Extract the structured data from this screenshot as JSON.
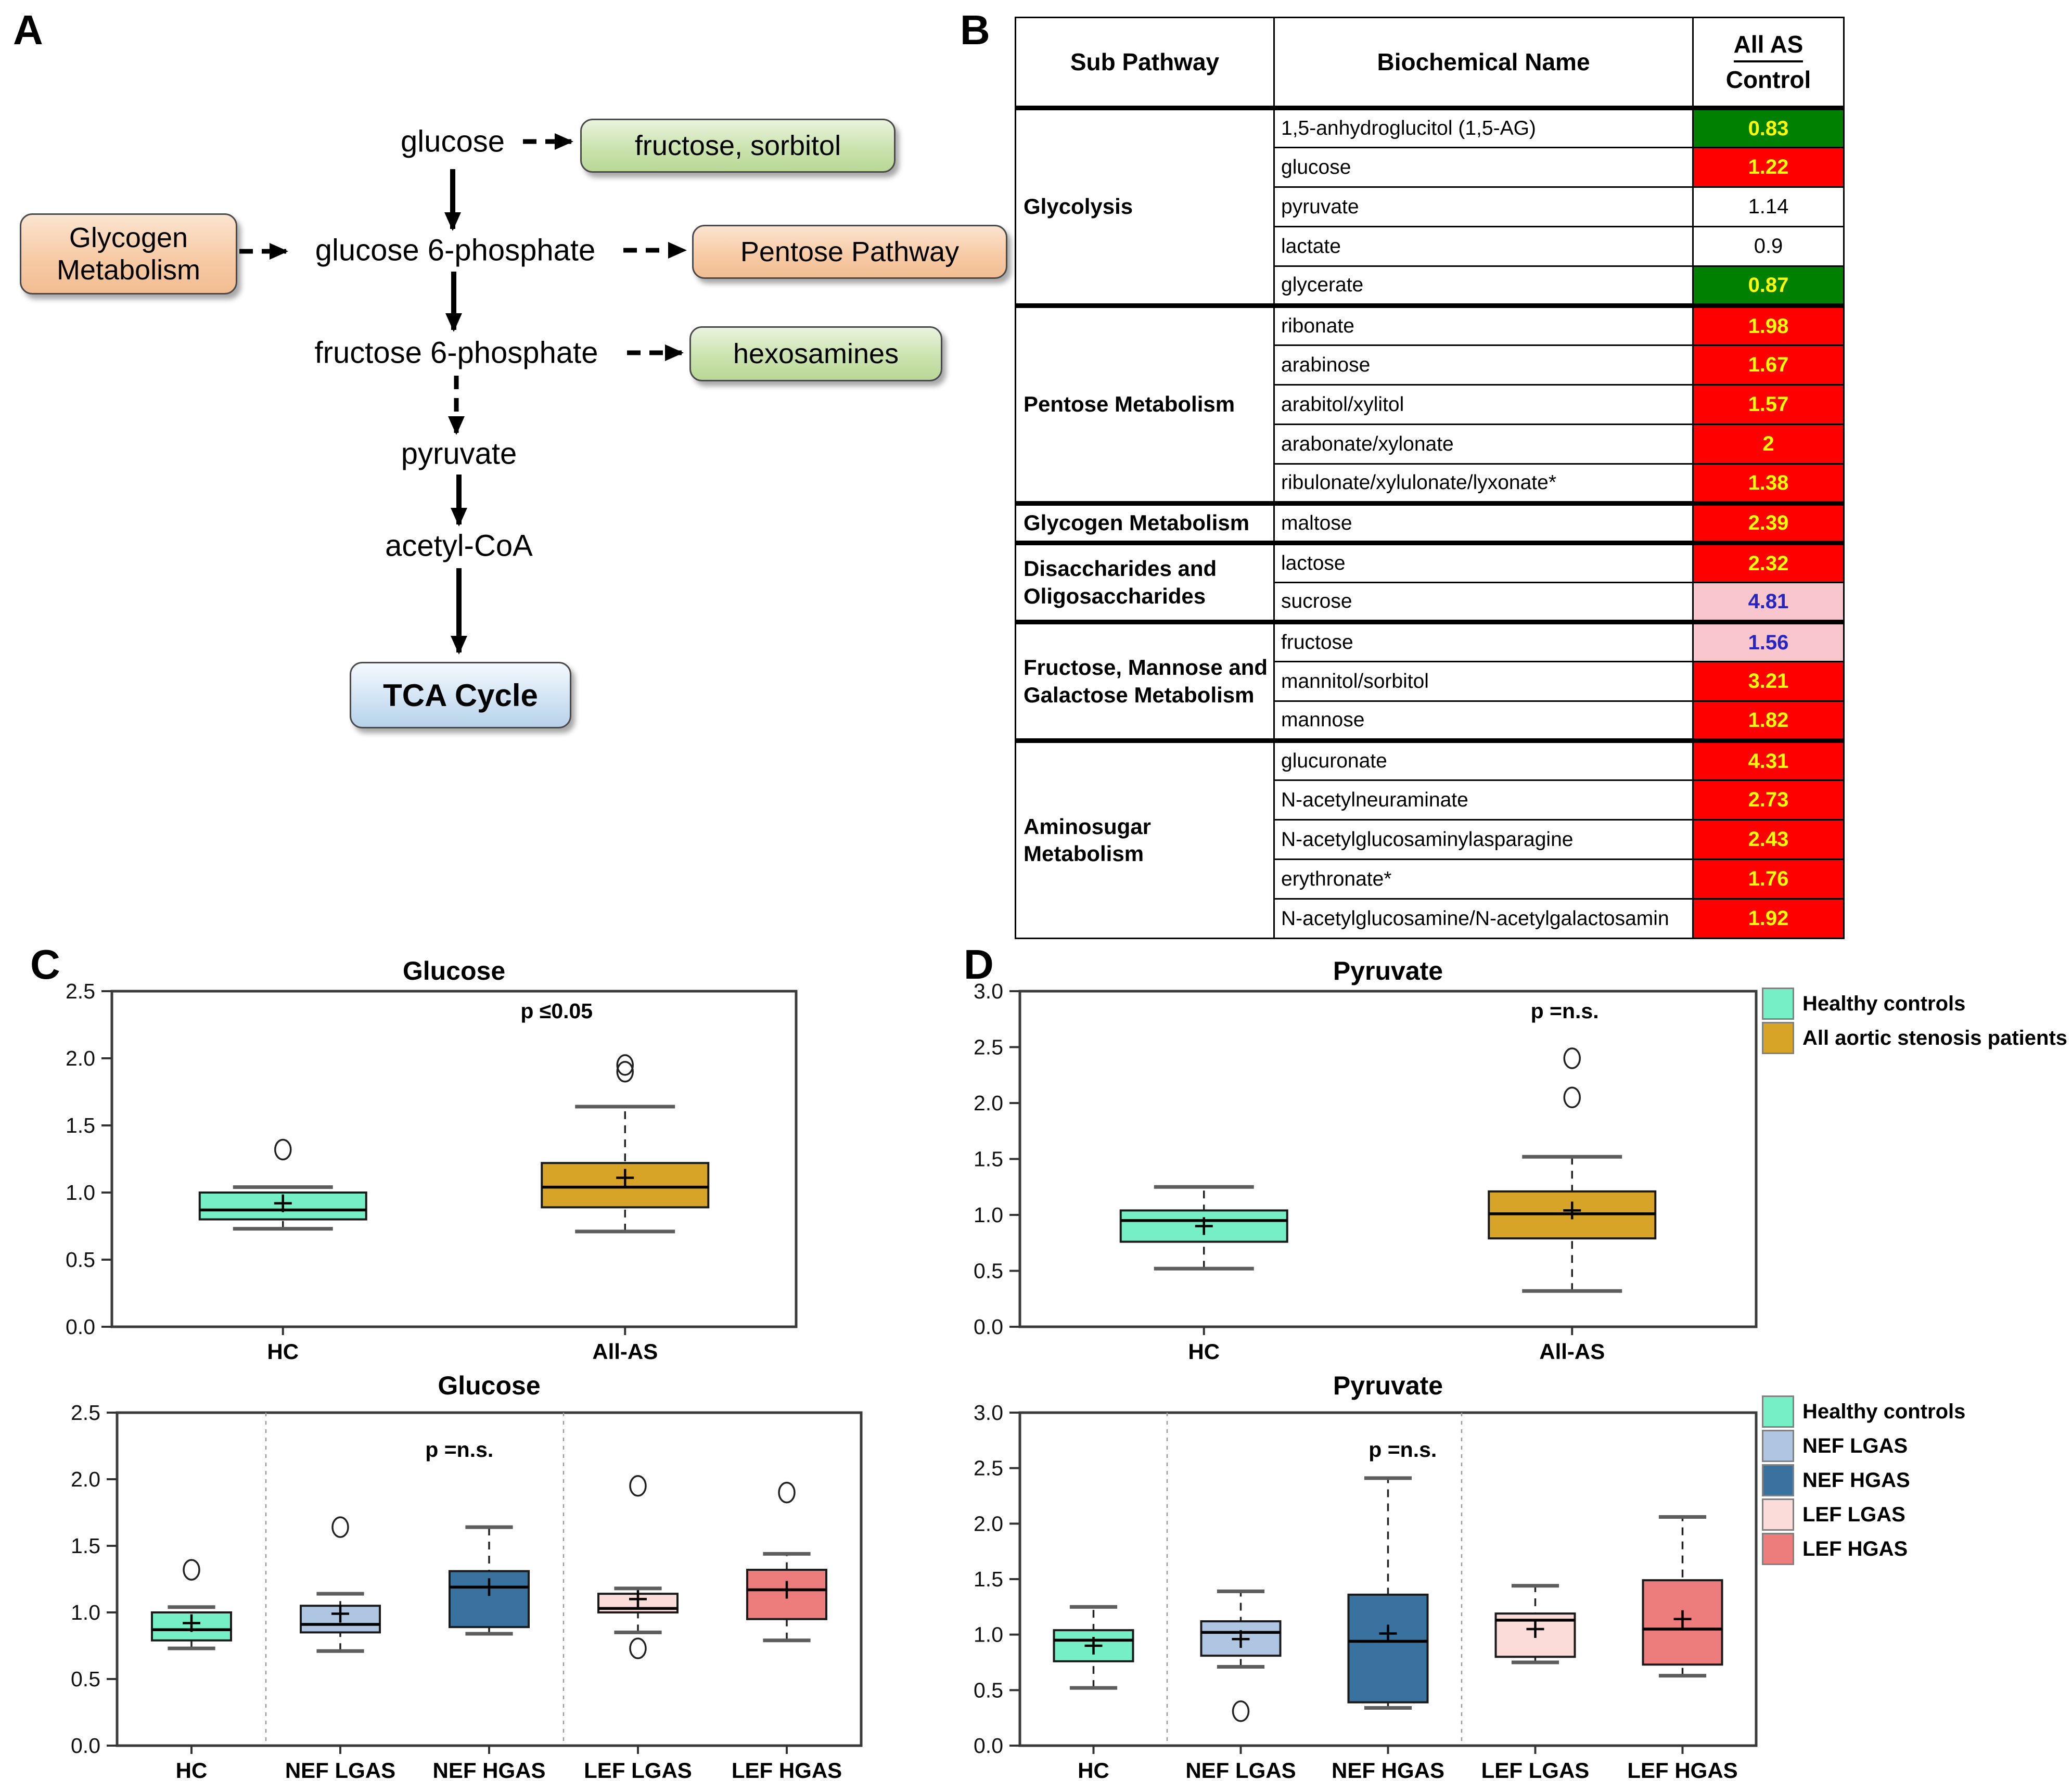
{
  "panel_labels": {
    "a": "A",
    "b": "B",
    "c": "C",
    "d": "D"
  },
  "diagram": {
    "nodes": {
      "glucose": "glucose",
      "glucose6p": "glucose 6-phosphate",
      "fructose6p": "fructose 6-phosphate",
      "pyruvate": "pyruvate",
      "acetylcoa": "acetyl-CoA"
    },
    "boxes": {
      "fructose_sorbitol": "fructose, sorbitol",
      "glycogen_metabolism": "Glycogen Metabolism",
      "pentose_pathway": "Pentose Pathway",
      "hexosamines": "hexosamines",
      "tca_cycle": "TCA Cycle"
    },
    "arrows": [
      {
        "from": "glucose",
        "to": "fructose_sorbitol",
        "style": "dashed"
      },
      {
        "from": "glucose",
        "to": "glucose6p",
        "style": "solid"
      },
      {
        "from": "glycogen_metabolism",
        "to": "glucose6p",
        "style": "dashed"
      },
      {
        "from": "glucose6p",
        "to": "pentose_pathway",
        "style": "dashed"
      },
      {
        "from": "glucose6p",
        "to": "fructose6p",
        "style": "solid"
      },
      {
        "from": "fructose6p",
        "to": "hexosamines",
        "style": "dashed"
      },
      {
        "from": "fructose6p",
        "to": "pyruvate",
        "style": "dashed"
      },
      {
        "from": "pyruvate",
        "to": "acetylcoa",
        "style": "solid"
      },
      {
        "from": "acetylcoa",
        "to": "tca_cycle",
        "style": "solid"
      }
    ]
  },
  "table": {
    "headers": {
      "sub_pathway": "Sub Pathway",
      "biochemical": "Biochemical Name",
      "ratio_top": "All AS",
      "ratio_bottom": "Control"
    },
    "cell_styles": {
      "red": {
        "bg": "#FE0000",
        "fg": "#FFFF00",
        "bold": true
      },
      "green": {
        "bg": "#008000",
        "fg": "#FFFF00",
        "bold": true
      },
      "pink": {
        "bg": "#F9C6CE",
        "fg": "#2525C4",
        "bold": true
      },
      "white": {
        "bg": "#FFFFFF",
        "fg": "#000000",
        "bold": false
      }
    },
    "sections": [
      {
        "name": "Glycolysis",
        "rows": [
          {
            "metabolite": "1,5-anhydroglucitol (1,5-AG)",
            "value": "0.83",
            "style": "green"
          },
          {
            "metabolite": "glucose",
            "value": "1.22",
            "style": "red"
          },
          {
            "metabolite": "pyruvate",
            "value": "1.14",
            "style": "white"
          },
          {
            "metabolite": "lactate",
            "value": "0.9",
            "style": "white"
          },
          {
            "metabolite": "glycerate",
            "value": "0.87",
            "style": "green"
          }
        ]
      },
      {
        "name": "Pentose Metabolism",
        "rows": [
          {
            "metabolite": "ribonate",
            "value": "1.98",
            "style": "red"
          },
          {
            "metabolite": "arabinose",
            "value": "1.67",
            "style": "red"
          },
          {
            "metabolite": "arabitol/xylitol",
            "value": "1.57",
            "style": "red"
          },
          {
            "metabolite": "arabonate/xylonate",
            "value": "2",
            "style": "red"
          },
          {
            "metabolite": "ribulonate/xylulonate/lyxonate*",
            "value": "1.38",
            "style": "red"
          }
        ]
      },
      {
        "name": "Glycogen Metabolism",
        "rows": [
          {
            "metabolite": "maltose",
            "value": "2.39",
            "style": "red"
          }
        ]
      },
      {
        "name": "Disaccharides and Oligosaccharides",
        "rows": [
          {
            "metabolite": "lactose",
            "value": "2.32",
            "style": "red"
          },
          {
            "metabolite": "sucrose",
            "value": "4.81",
            "style": "pink"
          }
        ]
      },
      {
        "name": "Fructose, Mannose and Galactose Metabolism",
        "rows": [
          {
            "metabolite": "fructose",
            "value": "1.56",
            "style": "pink"
          },
          {
            "metabolite": "mannitol/sorbitol",
            "value": "3.21",
            "style": "red"
          },
          {
            "metabolite": "mannose",
            "value": "1.82",
            "style": "red"
          }
        ]
      },
      {
        "name": "Aminosugar Metabolism",
        "rows": [
          {
            "metabolite": "glucuronate",
            "value": "4.31",
            "style": "red"
          },
          {
            "metabolite": "N-acetylneuraminate",
            "value": "2.73",
            "style": "red"
          },
          {
            "metabolite": "N-acetylglucosaminylasparagine",
            "value": "2.43",
            "style": "red"
          },
          {
            "metabolite": "erythronate*",
            "value": "1.76",
            "style": "red"
          },
          {
            "metabolite": "N-acetylglucosamine/N-acetylgalactosamin",
            "value": "1.92",
            "style": "red"
          }
        ]
      }
    ]
  },
  "chart_colors": {
    "hc": "#76EEC6",
    "all_as": "#D8A427",
    "nef_lgas": "#AEC6E1",
    "nef_hgas": "#39719F",
    "lef_lgas": "#FBDCD9",
    "lef_hgas": "#ED7C7C"
  },
  "legends": {
    "two_group": [
      {
        "label": "Healthy controls",
        "color_key": "hc"
      },
      {
        "label": "All aortic stenosis patients",
        "color_key": "all_as"
      }
    ],
    "five_group": [
      {
        "label": "Healthy controls",
        "color_key": "hc"
      },
      {
        "label": "NEF LGAS",
        "color_key": "nef_lgas"
      },
      {
        "label": "NEF HGAS",
        "color_key": "nef_hgas"
      },
      {
        "label": "LEF LGAS",
        "color_key": "lef_lgas"
      },
      {
        "label": "LEF HGAS",
        "color_key": "lef_hgas"
      }
    ]
  },
  "chart_data": [
    {
      "type": "box",
      "id": "glucose-two",
      "title": "Glucose",
      "p_label": "p ≤0.05",
      "ylim": [
        0,
        2.5
      ],
      "ytick_step": 0.5,
      "grid": false,
      "legend_position": "right-outside",
      "categories": [
        "HC",
        "All-AS"
      ],
      "separators": [],
      "boxes": [
        {
          "group": "HC",
          "color_key": "hc",
          "low": 0.73,
          "q1": 0.8,
          "median": 0.87,
          "q3": 1.0,
          "high": 1.04,
          "mean": 0.92,
          "outliers": [
            1.32
          ]
        },
        {
          "group": "All-AS",
          "color_key": "all_as",
          "low": 0.71,
          "q1": 0.89,
          "median": 1.04,
          "q3": 1.22,
          "high": 1.64,
          "mean": 1.11,
          "outliers": [
            1.9,
            1.95
          ]
        }
      ]
    },
    {
      "type": "box",
      "id": "glucose-five",
      "title": "Glucose",
      "p_label": "p =n.s.",
      "ylim": [
        0,
        2.5
      ],
      "ytick_step": 0.5,
      "grid": false,
      "categories": [
        "HC",
        "NEF LGAS",
        "NEF HGAS",
        "LEF LGAS",
        "LEF HGAS"
      ],
      "separators": [
        1,
        3
      ],
      "boxes": [
        {
          "group": "HC",
          "color_key": "hc",
          "low": 0.73,
          "q1": 0.79,
          "median": 0.87,
          "q3": 1.0,
          "high": 1.04,
          "mean": 0.92,
          "outliers": [
            1.32
          ]
        },
        {
          "group": "NEF LGAS",
          "color_key": "nef_lgas",
          "low": 0.71,
          "q1": 0.85,
          "median": 0.91,
          "q3": 1.05,
          "high": 1.14,
          "mean": 0.99,
          "outliers": [
            1.64
          ]
        },
        {
          "group": "NEF HGAS",
          "color_key": "nef_hgas",
          "low": 0.84,
          "q1": 0.89,
          "median": 1.19,
          "q3": 1.31,
          "high": 1.64,
          "mean": 1.19,
          "outliers": []
        },
        {
          "group": "LEF LGAS",
          "color_key": "lef_lgas",
          "low": 0.85,
          "q1": 1.0,
          "median": 1.03,
          "q3": 1.14,
          "high": 1.18,
          "mean": 1.1,
          "outliers": [
            1.95,
            0.73
          ]
        },
        {
          "group": "LEF HGAS",
          "color_key": "lef_hgas",
          "low": 0.79,
          "q1": 0.95,
          "median": 1.17,
          "q3": 1.32,
          "high": 1.44,
          "mean": 1.17,
          "outliers": [
            1.9
          ]
        }
      ]
    },
    {
      "type": "box",
      "id": "pyruvate-two",
      "title": "Pyruvate",
      "p_label": "p =n.s.",
      "ylim": [
        0,
        3.0
      ],
      "ytick_step": 0.5,
      "grid": false,
      "legend_position": "right-outside",
      "categories": [
        "HC",
        "All-AS"
      ],
      "separators": [],
      "boxes": [
        {
          "group": "HC",
          "color_key": "hc",
          "low": 0.52,
          "q1": 0.76,
          "median": 0.95,
          "q3": 1.04,
          "high": 1.25,
          "mean": 0.9,
          "outliers": []
        },
        {
          "group": "All-AS",
          "color_key": "all_as",
          "low": 0.32,
          "q1": 0.79,
          "median": 1.01,
          "q3": 1.21,
          "high": 1.52,
          "mean": 1.04,
          "outliers": [
            2.05,
            2.4
          ]
        }
      ]
    },
    {
      "type": "box",
      "id": "pyruvate-five",
      "title": "Pyruvate",
      "p_label": "p =n.s.",
      "ylim": [
        0,
        3.0
      ],
      "ytick_step": 0.5,
      "grid": false,
      "categories": [
        "HC",
        "NEF LGAS",
        "NEF HGAS",
        "LEF LGAS",
        "LEF HGAS"
      ],
      "separators": [
        1,
        3
      ],
      "boxes": [
        {
          "group": "HC",
          "color_key": "hc",
          "low": 0.52,
          "q1": 0.76,
          "median": 0.95,
          "q3": 1.04,
          "high": 1.25,
          "mean": 0.9,
          "outliers": []
        },
        {
          "group": "NEF LGAS",
          "color_key": "nef_lgas",
          "low": 0.71,
          "q1": 0.81,
          "median": 1.02,
          "q3": 1.12,
          "high": 1.39,
          "mean": 0.96,
          "outliers": [
            0.31
          ]
        },
        {
          "group": "NEF HGAS",
          "color_key": "nef_hgas",
          "low": 0.34,
          "q1": 0.39,
          "median": 0.94,
          "q3": 1.36,
          "high": 2.41,
          "mean": 1.01,
          "outliers": []
        },
        {
          "group": "LEF LGAS",
          "color_key": "lef_lgas",
          "low": 0.75,
          "q1": 0.8,
          "median": 1.13,
          "q3": 1.19,
          "high": 1.44,
          "mean": 1.05,
          "outliers": []
        },
        {
          "group": "LEF HGAS",
          "color_key": "lef_hgas",
          "low": 0.63,
          "q1": 0.73,
          "median": 1.05,
          "q3": 1.49,
          "high": 2.06,
          "mean": 1.14,
          "outliers": []
        }
      ]
    }
  ]
}
